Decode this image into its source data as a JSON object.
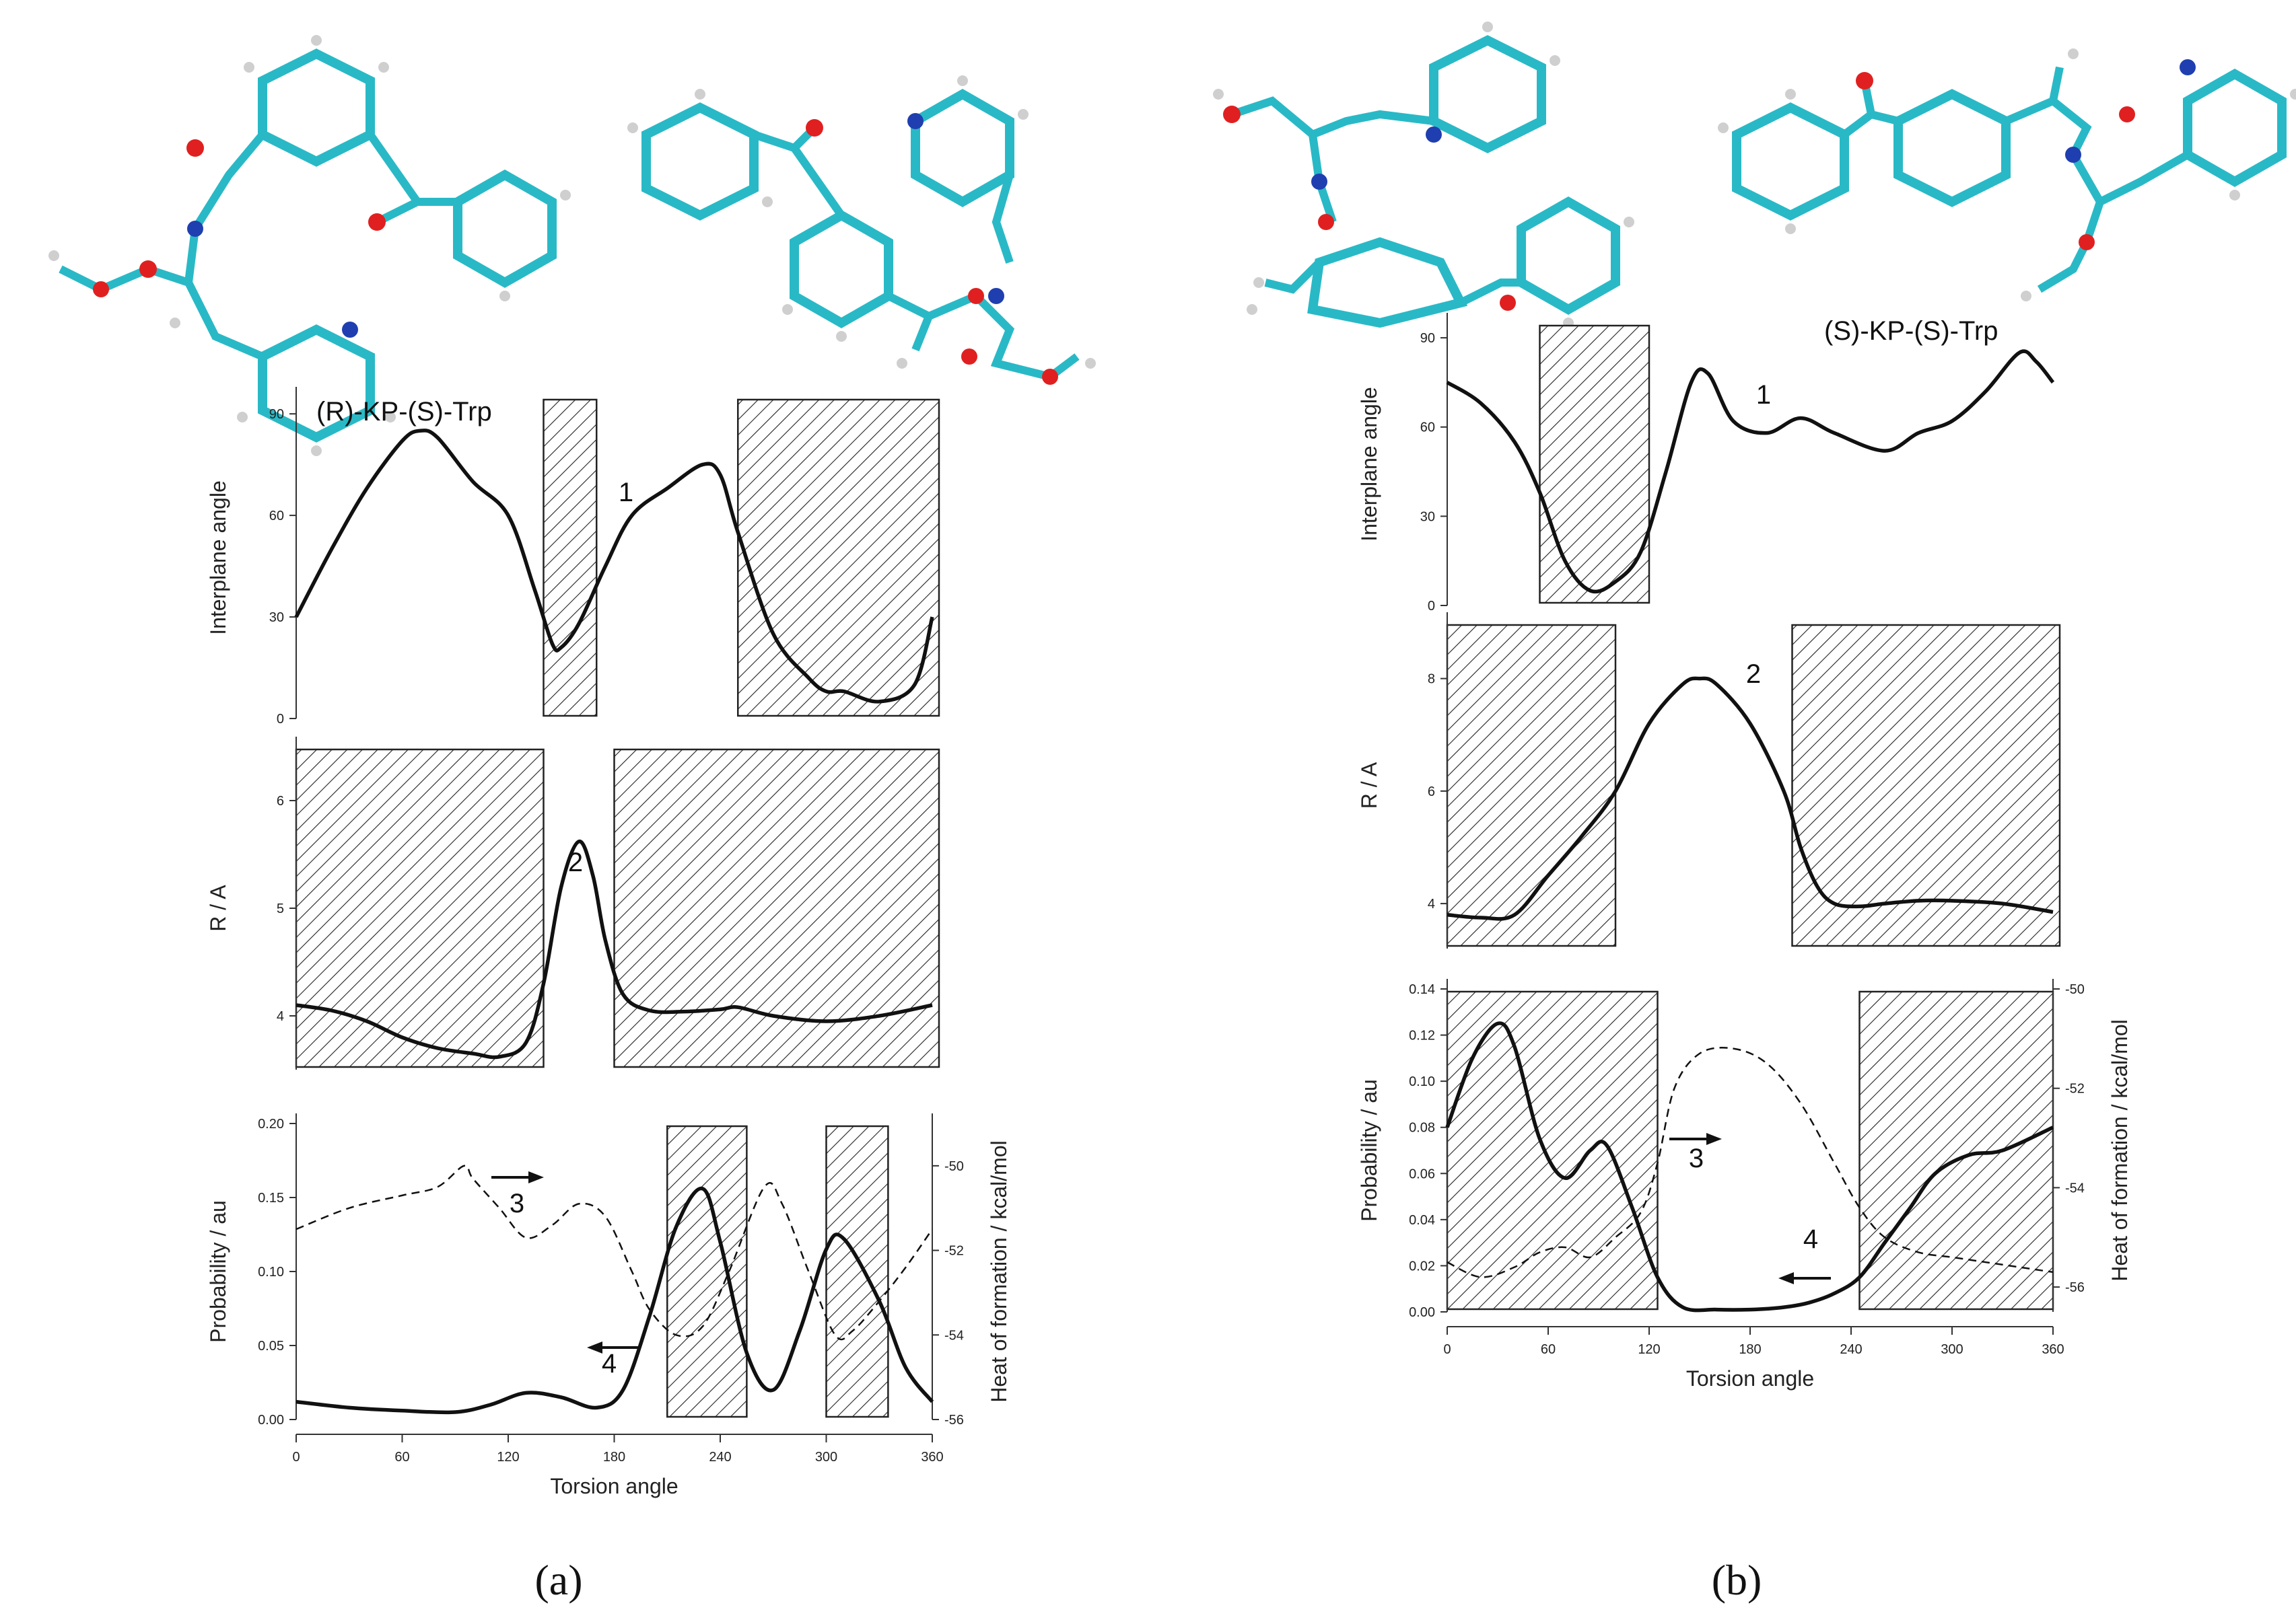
{
  "chart_data": [
    {
      "type": "line",
      "panel": "a",
      "row": "top",
      "annotation": "(R)-KP-(S)-Trp",
      "xlabel": "",
      "ylabel": "Interplane angle",
      "xlim": [
        0,
        360
      ],
      "ylim": [
        0,
        95
      ],
      "yticks": [
        0,
        30,
        60,
        90
      ],
      "series": [
        {
          "name": "1",
          "style": "solid",
          "x": [
            0,
            20,
            40,
            60,
            70,
            80,
            100,
            120,
            135,
            145,
            150,
            160,
            175,
            190,
            210,
            230,
            240,
            250,
            270,
            290,
            300,
            310,
            330,
            350,
            360
          ],
          "y": [
            30,
            50,
            68,
            82,
            85,
            83,
            70,
            60,
            38,
            22,
            21,
            28,
            45,
            60,
            68,
            75,
            72,
            55,
            25,
            12,
            8,
            8,
            5,
            10,
            30
          ]
        }
      ],
      "shaded": [
        [
          140,
          170
        ],
        [
          250,
          365
        ]
      ]
    },
    {
      "type": "line",
      "panel": "a",
      "row": "middle",
      "xlabel": "",
      "ylabel": "R / A",
      "xlim": [
        0,
        360
      ],
      "ylim": [
        3.5,
        6.5
      ],
      "yticks": [
        4,
        5,
        6
      ],
      "series": [
        {
          "name": "2",
          "style": "solid",
          "x": [
            0,
            20,
            40,
            60,
            80,
            100,
            115,
            130,
            140,
            150,
            160,
            168,
            175,
            185,
            200,
            220,
            240,
            250,
            270,
            300,
            330,
            360
          ],
          "y": [
            4.1,
            4.05,
            3.95,
            3.8,
            3.7,
            3.65,
            3.62,
            3.75,
            4.3,
            5.2,
            5.62,
            5.3,
            4.7,
            4.2,
            4.05,
            4.04,
            4.06,
            4.08,
            4.0,
            3.95,
            4.0,
            4.1
          ]
        }
      ],
      "shaded": [
        [
          0,
          140
        ],
        [
          180,
          365
        ]
      ]
    },
    {
      "type": "line",
      "panel": "a",
      "row": "bottom",
      "xlabel": "Torsion angle",
      "ylabel": "Probability / au",
      "y2label": "Heat of formation / kcal/mol",
      "xlim": [
        0,
        360
      ],
      "ylim": [
        0,
        0.2
      ],
      "y2lim": [
        -56,
        -49
      ],
      "xticks": [
        0,
        60,
        120,
        180,
        240,
        300,
        360
      ],
      "yticks": [
        0.0,
        0.05,
        0.1,
        0.15,
        0.2
      ],
      "yticklabels": [
        "0.00",
        "0.05",
        "0.10",
        "0.15",
        "0.20"
      ],
      "y2ticks": [
        -56,
        -54,
        -52,
        -50
      ],
      "series": [
        {
          "name": "4",
          "style": "solid",
          "axis": "left",
          "x": [
            0,
            30,
            60,
            90,
            110,
            130,
            150,
            170,
            185,
            200,
            215,
            230,
            240,
            255,
            270,
            285,
            300,
            310,
            330,
            345,
            360
          ],
          "y": [
            0.012,
            0.008,
            0.006,
            0.005,
            0.01,
            0.018,
            0.015,
            0.008,
            0.02,
            0.07,
            0.13,
            0.156,
            0.12,
            0.045,
            0.02,
            0.06,
            0.115,
            0.122,
            0.08,
            0.035,
            0.012
          ]
        },
        {
          "name": "3",
          "style": "dashed",
          "axis": "right",
          "x": [
            0,
            30,
            60,
            80,
            95,
            100,
            115,
            130,
            145,
            160,
            175,
            190,
            200,
            215,
            230,
            245,
            265,
            275,
            290,
            305,
            315,
            330,
            345,
            360
          ],
          "y": [
            -51.5,
            -51.0,
            -50.7,
            -50.5,
            -50.0,
            -50.3,
            -51.0,
            -51.7,
            -51.4,
            -50.9,
            -51.2,
            -52.5,
            -53.4,
            -54.0,
            -53.8,
            -52.5,
            -50.5,
            -50.9,
            -52.5,
            -54.0,
            -53.9,
            -53.2,
            -52.4,
            -51.5
          ]
        }
      ],
      "shaded": [
        [
          210,
          255
        ],
        [
          300,
          335
        ]
      ],
      "arrows": [
        {
          "label": "3",
          "points": "right"
        },
        {
          "label": "4",
          "points": "left"
        }
      ]
    },
    {
      "type": "line",
      "panel": "b",
      "row": "top",
      "annotation": "(S)-KP-(S)-Trp",
      "xlabel": "",
      "ylabel": "Interplane angle",
      "xlim": [
        0,
        360
      ],
      "ylim": [
        0,
        95
      ],
      "yticks": [
        0,
        30,
        60,
        90
      ],
      "series": [
        {
          "name": "1",
          "style": "solid",
          "x": [
            0,
            20,
            40,
            55,
            70,
            85,
            100,
            115,
            130,
            145,
            155,
            170,
            190,
            210,
            230,
            260,
            280,
            300,
            320,
            340,
            350,
            360
          ],
          "y": [
            75,
            68,
            55,
            38,
            15,
            5,
            8,
            18,
            45,
            75,
            78,
            62,
            58,
            63,
            58,
            52,
            58,
            62,
            72,
            85,
            82,
            75
          ]
        }
      ],
      "shaded": [
        [
          55,
          120
        ]
      ]
    },
    {
      "type": "line",
      "panel": "b",
      "row": "middle",
      "xlabel": "",
      "ylabel": "R / A",
      "xlim": [
        0,
        360
      ],
      "ylim": [
        3.2,
        9.0
      ],
      "yticks": [
        4,
        6,
        8
      ],
      "series": [
        {
          "name": "2",
          "style": "solid",
          "x": [
            0,
            20,
            40,
            60,
            80,
            100,
            120,
            140,
            150,
            160,
            180,
            200,
            210,
            220,
            230,
            245,
            260,
            280,
            300,
            330,
            360
          ],
          "y": [
            3.8,
            3.75,
            3.8,
            4.5,
            5.2,
            6.0,
            7.2,
            7.9,
            8.0,
            7.9,
            7.2,
            6.0,
            5.0,
            4.3,
            4.0,
            3.95,
            4.0,
            4.05,
            4.05,
            4.0,
            3.85
          ]
        }
      ],
      "shaded": [
        [
          0,
          100
        ],
        [
          205,
          365
        ]
      ]
    },
    {
      "type": "line",
      "panel": "b",
      "row": "bottom",
      "xlabel": "Torsion angle",
      "ylabel": "Probability / au",
      "y2label": "Heat of formation / kcal/mol",
      "xlim": [
        0,
        360
      ],
      "ylim": [
        0,
        0.14
      ],
      "y2lim": [
        -56.5,
        -50
      ],
      "xticks": [
        0,
        60,
        120,
        180,
        240,
        300,
        360
      ],
      "yticks": [
        0.0,
        0.02,
        0.04,
        0.06,
        0.08,
        0.1,
        0.12,
        0.14
      ],
      "yticklabels": [
        "0.00",
        "0.02",
        "0.04",
        "0.06",
        "0.08",
        "0.10",
        "0.12",
        "0.14"
      ],
      "y2ticks": [
        -56,
        -54,
        -52,
        -50
      ],
      "series": [
        {
          "name": "4",
          "style": "solid",
          "axis": "left",
          "x": [
            0,
            15,
            30,
            40,
            55,
            70,
            85,
            95,
            110,
            125,
            140,
            160,
            180,
            200,
            215,
            230,
            245,
            260,
            275,
            290,
            310,
            330,
            360
          ],
          "y": [
            0.08,
            0.11,
            0.125,
            0.115,
            0.075,
            0.058,
            0.07,
            0.072,
            0.045,
            0.015,
            0.002,
            0.001,
            0.001,
            0.002,
            0.004,
            0.008,
            0.015,
            0.03,
            0.045,
            0.06,
            0.068,
            0.07,
            0.08
          ]
        },
        {
          "name": "3",
          "style": "dashed",
          "axis": "right",
          "x": [
            0,
            20,
            40,
            55,
            70,
            85,
            100,
            115,
            125,
            135,
            150,
            170,
            190,
            210,
            230,
            245,
            260,
            280,
            300,
            320,
            340,
            360
          ],
          "y": [
            -55.5,
            -55.8,
            -55.6,
            -55.3,
            -55.2,
            -55.4,
            -55.0,
            -54.5,
            -53.5,
            -52.0,
            -51.3,
            -51.2,
            -51.5,
            -52.3,
            -53.5,
            -54.4,
            -55.0,
            -55.3,
            -55.4,
            -55.5,
            -55.6,
            -55.7
          ]
        }
      ],
      "shaded": [
        [
          0,
          125
        ],
        [
          245,
          360
        ]
      ],
      "arrows": [
        {
          "label": "3",
          "points": "right"
        },
        {
          "label": "4",
          "points": "left"
        }
      ]
    }
  ],
  "captions": {
    "a": "(a)",
    "b": "(b)"
  }
}
